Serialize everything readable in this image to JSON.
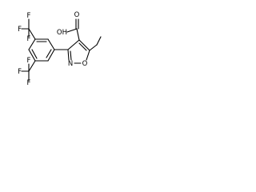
{
  "molecule": {
    "labels": {
      "cooh": "OH",
      "carbonyl_o": "O",
      "ring_o": "O",
      "ring_n": "N",
      "cf3_top": "F",
      "cf3_bottom": "F"
    },
    "colors": {
      "bond": "#000000",
      "text": "#000000",
      "background": "#ffffff"
    }
  }
}
